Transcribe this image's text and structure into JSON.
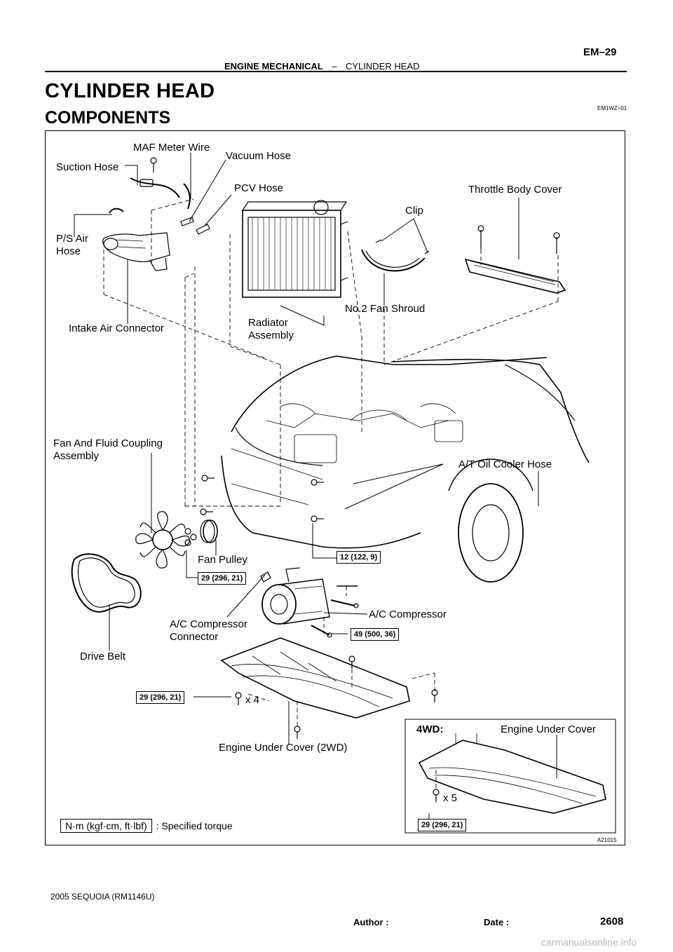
{
  "header": {
    "section": "ENGINE MECHANICAL",
    "dash": "–",
    "subsection": "CYLINDER HEAD",
    "page_code": "EM–29"
  },
  "title": "CYLINDER HEAD",
  "subtitle": "COMPONENTS",
  "figure_code": "EM1WZ–01",
  "figure_id": "A21015",
  "labels": {
    "maf_meter_wire": "MAF Meter Wire",
    "vacuum_hose": "Vacuum Hose",
    "suction_hose": "Suction Hose",
    "pcv_hose": "PCV Hose",
    "throttle_body_cover": "Throttle Body Cover",
    "clip": "Clip",
    "ps_air_hose_1": "P/S Air",
    "ps_air_hose_2": "Hose",
    "no2_fan_shroud": "No.2 Fan Shroud",
    "intake_air_connector": "Intake Air Connector",
    "radiator_1": "Radiator",
    "radiator_2": "Assembly",
    "fan_coupling_1": "Fan And Fluid Coupling",
    "fan_coupling_2": "Assembly",
    "at_oil_cooler_hose": "A/T Oil Cooler Hose",
    "fan_pulley": "Fan Pulley",
    "ac_compressor": "A/C Compressor",
    "ac_conn_1": "A/C Compressor",
    "ac_conn_2": "Connector",
    "drive_belt": "Drive Belt",
    "x4": "x 4",
    "under_cover_2wd": "Engine Under Cover (2WD)",
    "fourwd": "4WD:",
    "under_cover": "Engine Under Cover",
    "x5": "x 5",
    "torque_spec": ": Specified torque"
  },
  "torques": {
    "t12": "12 (122, 9)",
    "t29_pulley": "29 (296, 21)",
    "t49": "49 (500, 36)",
    "t29_cover": "29 (296, 21)",
    "t29_4wd": "29 (296, 21)",
    "unit_legend": "N·m (kgf·cm, ft·lbf)"
  },
  "footer": {
    "model": "2005 SEQUOIA   (RM1146U)",
    "author": "Author :",
    "date": "Date :",
    "page": "2608",
    "watermark": "carmanualsonline.info"
  }
}
